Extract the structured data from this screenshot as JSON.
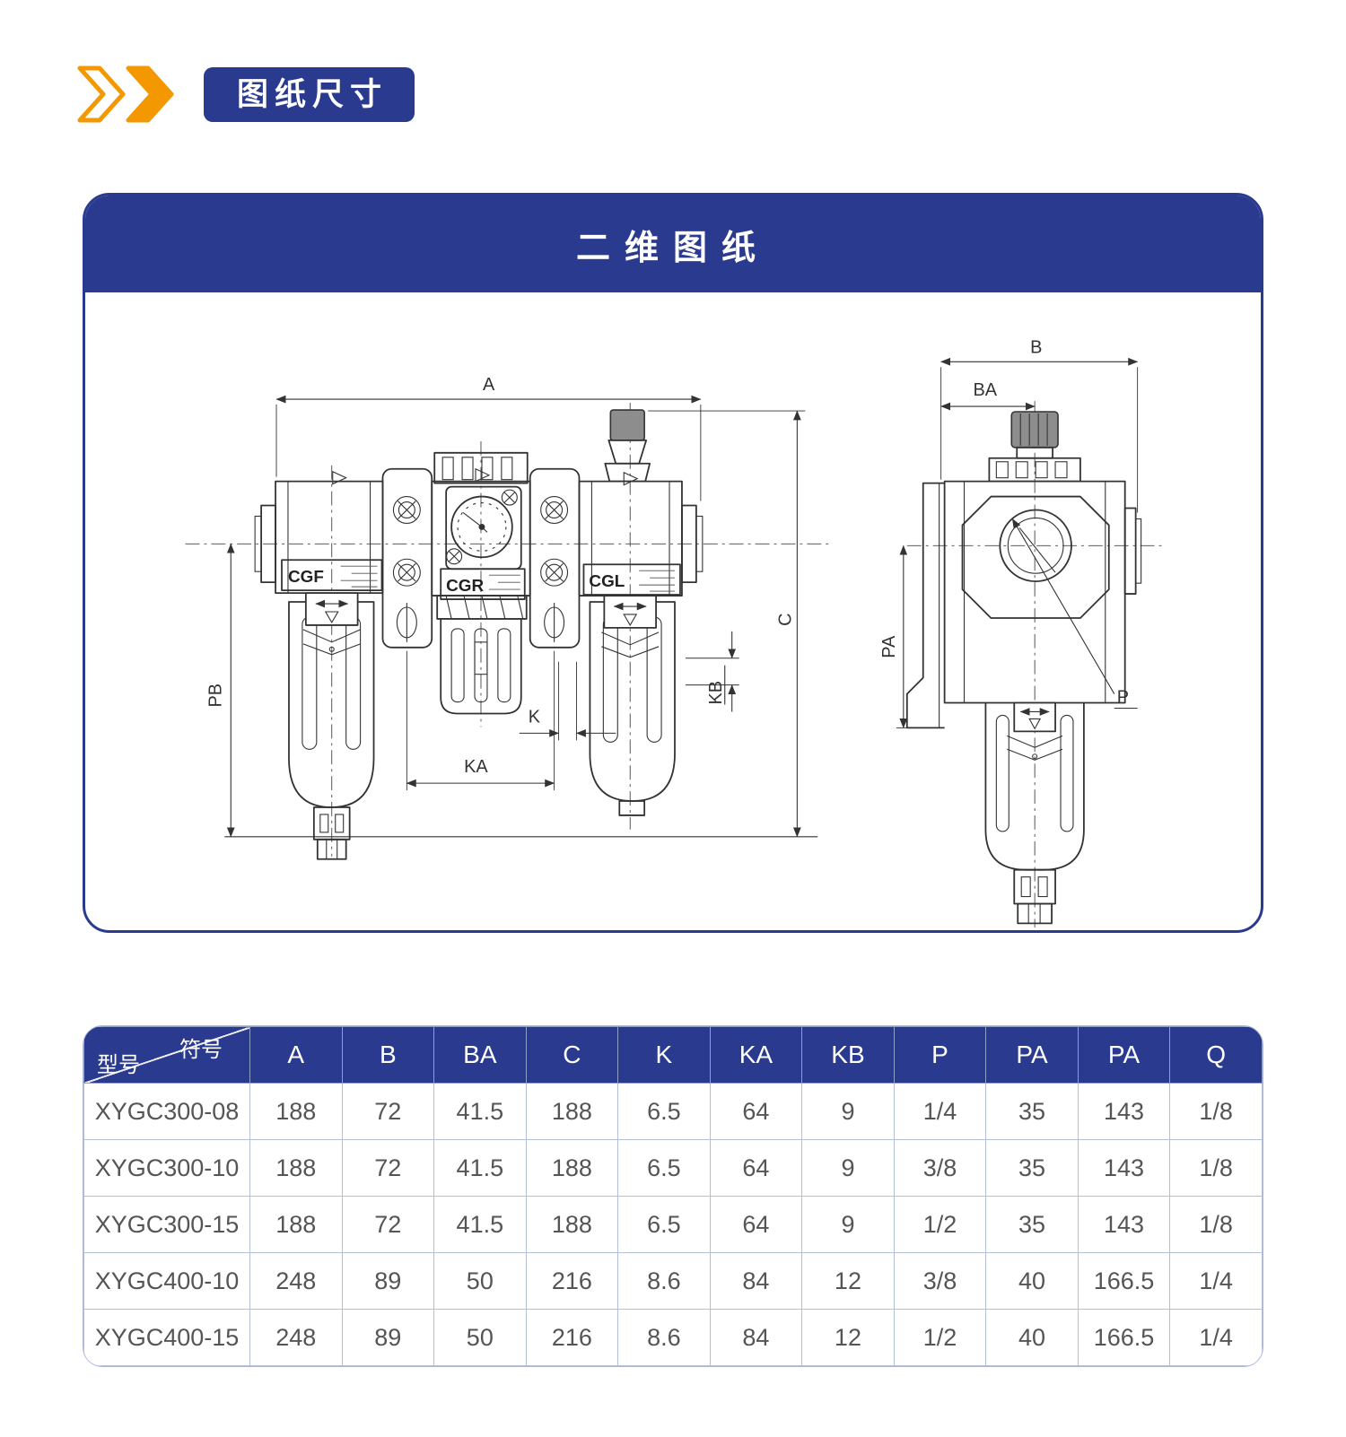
{
  "page": {
    "section_badge": "图纸尺寸",
    "panel_title": "二维图纸"
  },
  "colors": {
    "primary_blue": "#2a3a8e",
    "accent_orange": "#f39800",
    "table_grid": "#b4c0da",
    "drawing_line": "#333333",
    "cell_text": "#555555"
  },
  "drawing": {
    "module_labels": {
      "filter": "CGF",
      "regulator": "CGR",
      "lubricator": "CGL"
    },
    "dim_labels": {
      "A": "A",
      "B": "B",
      "BA": "BA",
      "C": "C",
      "K": "K",
      "KA": "KA",
      "KB": "KB",
      "P": "P",
      "PA": "PA",
      "PB": "PB"
    }
  },
  "table": {
    "header": {
      "symbol_label": "符号",
      "model_label": "型号",
      "columns": [
        "A",
        "B",
        "BA",
        "C",
        "K",
        "KA",
        "KB",
        "P",
        "PA",
        "PA",
        "Q"
      ]
    },
    "rows": [
      {
        "model": "XYGC300-08",
        "values": [
          "188",
          "72",
          "41.5",
          "188",
          "6.5",
          "64",
          "9",
          "1/4",
          "35",
          "143",
          "1/8"
        ]
      },
      {
        "model": "XYGC300-10",
        "values": [
          "188",
          "72",
          "41.5",
          "188",
          "6.5",
          "64",
          "9",
          "3/8",
          "35",
          "143",
          "1/8"
        ]
      },
      {
        "model": "XYGC300-15",
        "values": [
          "188",
          "72",
          "41.5",
          "188",
          "6.5",
          "64",
          "9",
          "1/2",
          "35",
          "143",
          "1/8"
        ]
      },
      {
        "model": "XYGC400-10",
        "values": [
          "248",
          "89",
          "50",
          "216",
          "8.6",
          "84",
          "12",
          "3/8",
          "40",
          "166.5",
          "1/4"
        ]
      },
      {
        "model": "XYGC400-15",
        "values": [
          "248",
          "89",
          "50",
          "216",
          "8.6",
          "84",
          "12",
          "1/2",
          "40",
          "166.5",
          "1/4"
        ]
      }
    ]
  }
}
